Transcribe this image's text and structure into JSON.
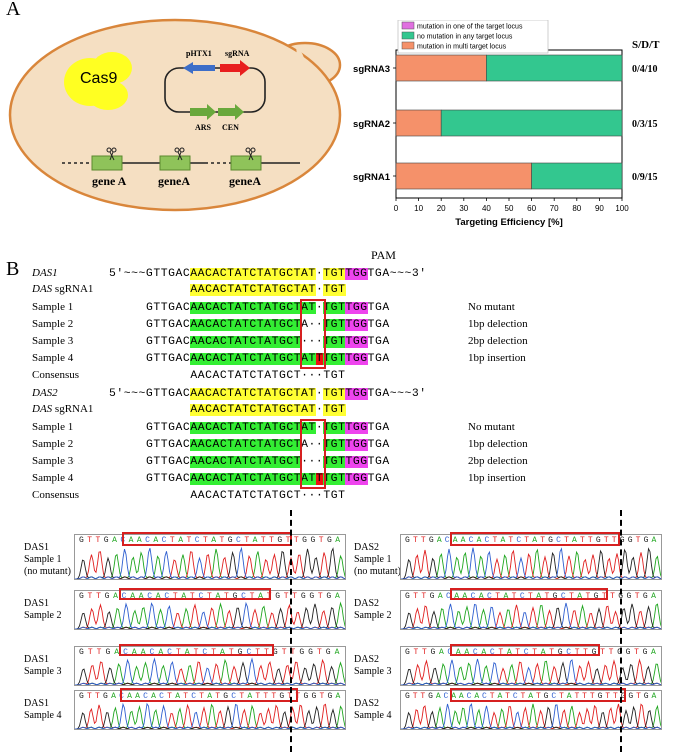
{
  "panel_a": {
    "letter": "A",
    "cas9": "Cas9",
    "plasmid": {
      "phtx1": "pHTX1",
      "sgrna": "sgRNA",
      "ars": "ARS",
      "cen": "CEN"
    },
    "genes": [
      "gene A",
      "geneA",
      "geneA"
    ]
  },
  "chart_data": {
    "type": "bar",
    "stacked": true,
    "orientation": "horizontal",
    "categories": [
      "sgRNA3",
      "sgRNA2",
      "sgRNA1"
    ],
    "series": [
      {
        "name": "mutation in  multi target locus",
        "color": "#f5916a",
        "values": [
          40,
          20,
          60
        ]
      },
      {
        "name": "no mutation in any target locus",
        "color": "#33c78f",
        "values": [
          60,
          80,
          40
        ]
      },
      {
        "name": "mutation in one of the target locus",
        "color": "#e070e0",
        "values": [
          0,
          0,
          0
        ]
      }
    ],
    "legend_order": [
      "mutation in one of the target locus",
      "no mutation in any target locus",
      "mutation in  multi target locus"
    ],
    "xlabel": "Targeting Efficiency [%]",
    "xlim": [
      0,
      100
    ],
    "xticks": [
      "0",
      "10",
      "20",
      "30",
      "40",
      "50",
      "60",
      "70",
      "80",
      "90",
      "100"
    ],
    "sdt_header": "S/D/T",
    "sdt_values": [
      "0/4/10",
      "0/3/15",
      "0/9/15"
    ],
    "legend_position": "top"
  },
  "panel_b": {
    "letter": "B",
    "pam": "PAM",
    "blocks": [
      {
        "title": "DAS1",
        "prefix": "5′~~~",
        "ref_seq": {
          "pre": "GTTGAC",
          "yellow": "AACACTATCTATGCTAT",
          "dot": "·",
          "post": "TGT",
          "pam": "TGG",
          "tail": "TGA~~~3′"
        },
        "sg_label_it": "DAS",
        "sg_label": " sgRNA1",
        "sg_seq": {
          "yellow": "AACACTATCTATGCTAT",
          "dot": "·",
          "post": "TGT"
        },
        "samples": [
          {
            "label": "Sample 1",
            "pre": "GTTGAC",
            "green": "AACACTATCTATGCT",
            "boxed": "AT",
            "dot": "·",
            "post": "TGT",
            "pam": "TGG",
            "tail": "TGA",
            "note": "No mutant"
          },
          {
            "label": "Sample 2",
            "pre": "GTTGAC",
            "green": "AACACTATCTATGCT",
            "boxed": "A·",
            "dot": "·",
            "post": "TGT",
            "pam": "TGG",
            "tail": "TGA",
            "note": "1bp delection"
          },
          {
            "label": "Sample 3",
            "pre": "GTTGAC",
            "green": "AACACTATCTATGCT",
            "boxed": "··",
            "dot": "·",
            "post": "TGT",
            "pam": "TGG",
            "tail": "TGA",
            "note": "2bp delection"
          },
          {
            "label": "Sample 4",
            "pre": "GTTGAC",
            "green": "AACACTATCTATGCT",
            "boxed": "AT",
            "ins": "T",
            "post": "TGT",
            "pam": "TGG",
            "tail": "TGA",
            "note": "1bp insertion"
          }
        ],
        "consensus_label": "Consensus",
        "consensus": "AACACTATCTATGCT···TGT"
      },
      {
        "title": "DAS2",
        "prefix": "5′~~~",
        "ref_seq": {
          "pre": "GTTGAC",
          "yellow": "AACACTATCTATGCTAT",
          "dot": "·",
          "post": "TGT",
          "pam": "TGG",
          "tail": "TGA~~~3′"
        },
        "sg_label_it": "DAS",
        "sg_label": " sgRNA1",
        "sg_seq": {
          "yellow": "AACACTATCTATGCTAT",
          "dot": "·",
          "post": "TGT"
        },
        "samples": [
          {
            "label": "Sample 1",
            "pre": "GTTGAC",
            "green": "AACACTATCTATGCT",
            "boxed": "AT",
            "dot": "·",
            "post": "TGT",
            "pam": "TGG",
            "tail": "TGA",
            "note": "No mutant"
          },
          {
            "label": "Sample 2",
            "pre": "GTTGAC",
            "green": "AACACTATCTATGCT",
            "boxed": "A·",
            "dot": "·",
            "post": "TGT",
            "pam": "TGG",
            "tail": "TGA",
            "note": "1bp delection"
          },
          {
            "label": "Sample 3",
            "pre": "GTTGAC",
            "green": "AACACTATCTATGCT",
            "boxed": "··",
            "dot": "·",
            "post": "TGT",
            "pam": "TGG",
            "tail": "TGA",
            "note": "2bp delection"
          },
          {
            "label": "Sample 4",
            "pre": "GTTGAC",
            "green": "AACACTATCTATGCT",
            "boxed": "AT",
            "ins": "T",
            "post": "TGT",
            "pam": "TGG",
            "tail": "TGA",
            "note": "1bp insertion"
          }
        ],
        "consensus_label": "Consensus",
        "consensus": "AACACTATCTATGCT···TGT"
      }
    ],
    "chromatograms": {
      "left": [
        {
          "l1": "DAS1",
          "l2": "Sample 1",
          "l3": "(no mutant)",
          "bases": "GTTGACAACACTATCTATGCTATTGTTGGTGA"
        },
        {
          "l1": "DAS1",
          "l2": "Sample 2",
          "l3": "",
          "bases": "GTTGACAACACTATCTATGCTATGTTGGTGA"
        },
        {
          "l1": "DAS1",
          "l2": "Sample 3",
          "l3": "",
          "bases": "GTTGACAACACTATCTATGCTTGTTGGTGA"
        },
        {
          "l1": "DAS1",
          "l2": "Sample 4",
          "l3": "",
          "bases": "GTTGACAACACTATCTATGCTATTTGTTGGTGA"
        }
      ],
      "right": [
        {
          "l1": "DAS2",
          "l2": "Sample 1",
          "l3": "(no mutant)",
          "bases": "GTTGACAACACTATCTATGCTATTGTTGGTGA"
        },
        {
          "l1": "DAS2",
          "l2": "Sample 2",
          "l3": "",
          "bases": "GTTGACAACACTATCTATGCTATGTTGGTGA"
        },
        {
          "l1": "DAS2",
          "l2": "Sample 3",
          "l3": "",
          "bases": "GTTGACAACACTATCTATGCTTGTTGGTGA"
        },
        {
          "l1": "DAS2",
          "l2": "Sample 4",
          "l3": "",
          "bases": "GTTGACAACACTATCTATGCTATTTGTTGGTGA"
        }
      ]
    }
  }
}
